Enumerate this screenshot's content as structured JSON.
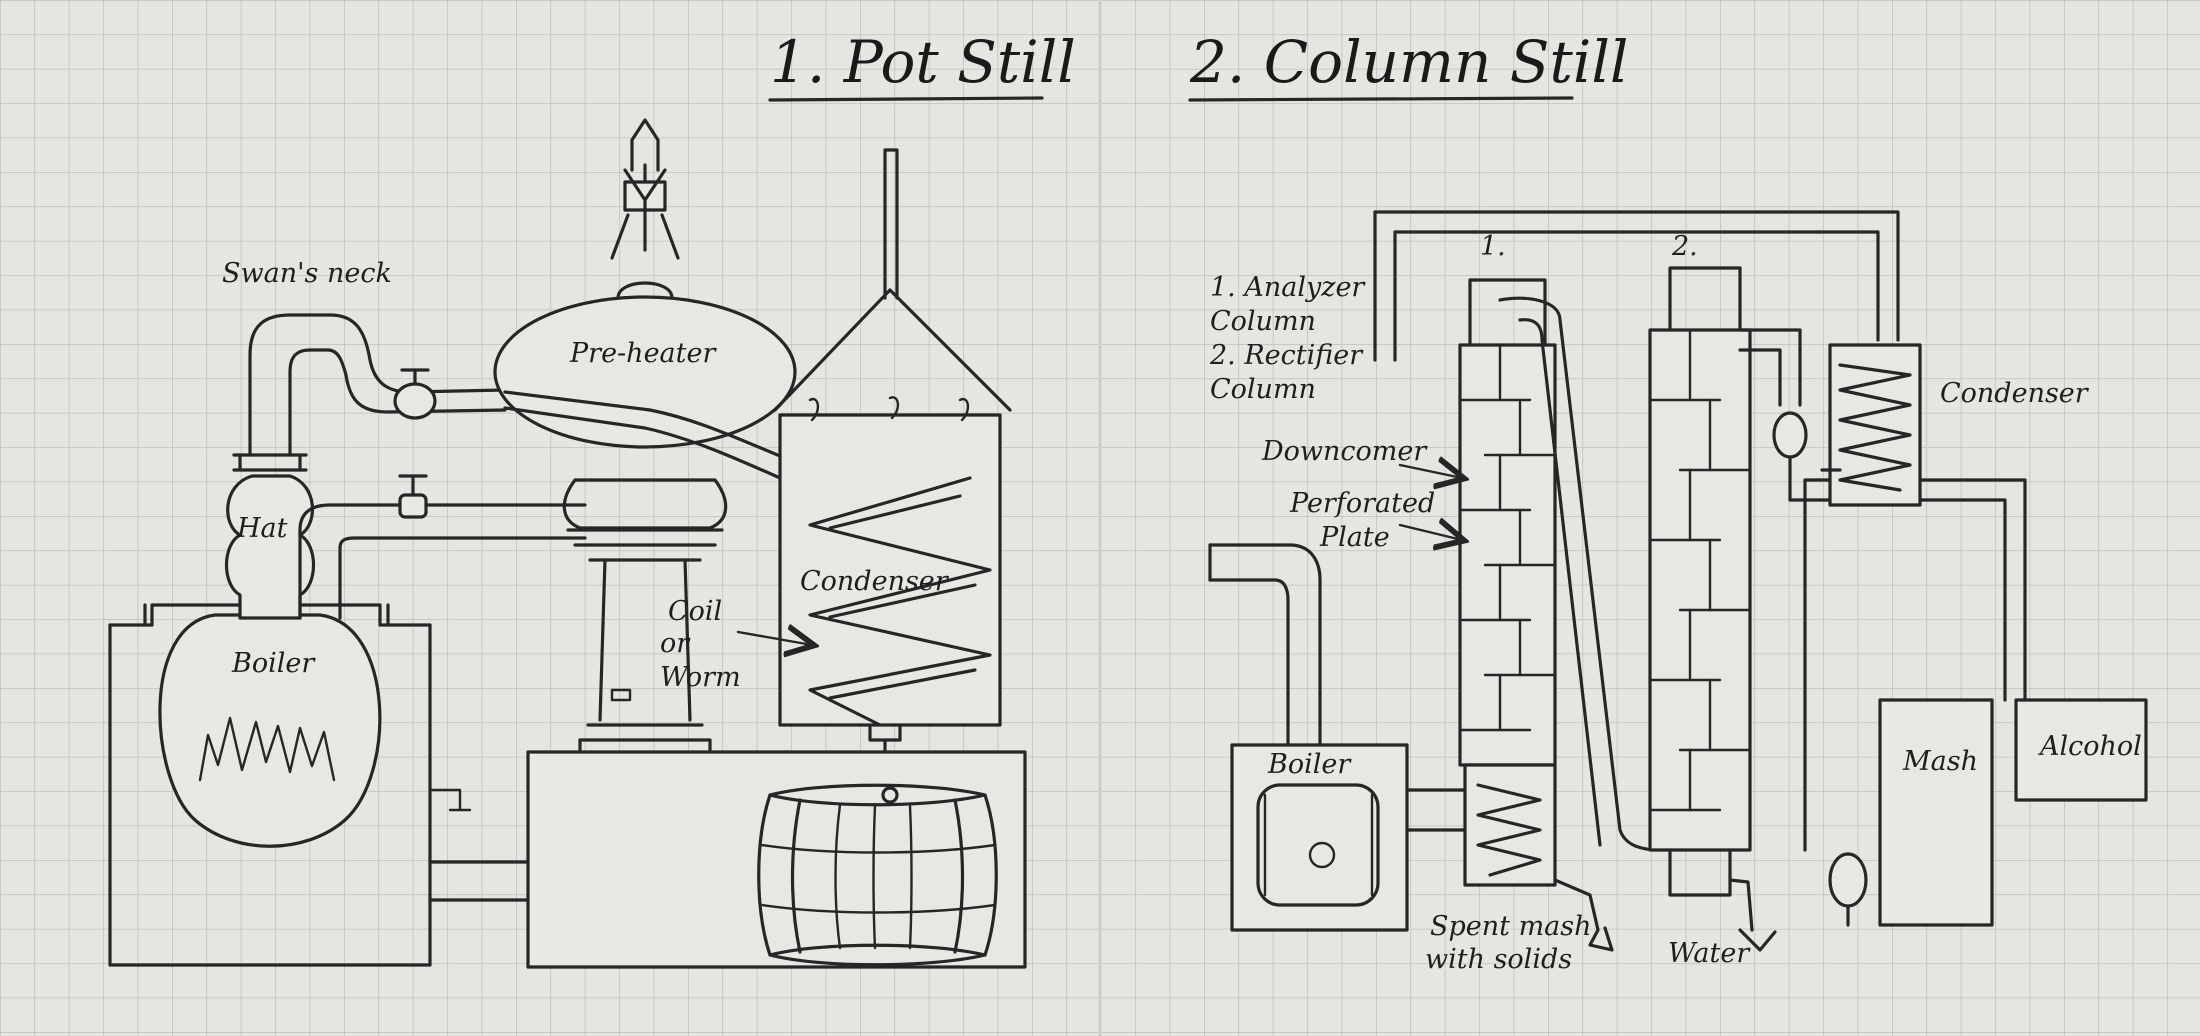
{
  "titles": {
    "pot_still": "1. Pot Still",
    "column_still": "2. Column Still"
  },
  "pot_still": {
    "swans_neck": "Swan's neck",
    "pre_heater": "Pre-heater",
    "hat": "Hat",
    "boiler": "Boiler",
    "condenser": "Condenser",
    "coil": "Coil",
    "or": "or",
    "worm": "Worm"
  },
  "column_still": {
    "legend_line1": "1. Analyzer",
    "legend_line2": "Column",
    "legend_line3": "2. Rectifier",
    "legend_line4": "Column",
    "col1_number": "1.",
    "col2_number": "2.",
    "downcomer": "Downcomer",
    "perforated": "Perforated",
    "plate": "Plate",
    "boiler": "Boiler",
    "condenser": "Condenser",
    "mash": "Mash",
    "alcohol": "Alcohol",
    "spent_mash_line1": "Spent mash",
    "spent_mash_line2": "with solids",
    "water": "Water"
  }
}
